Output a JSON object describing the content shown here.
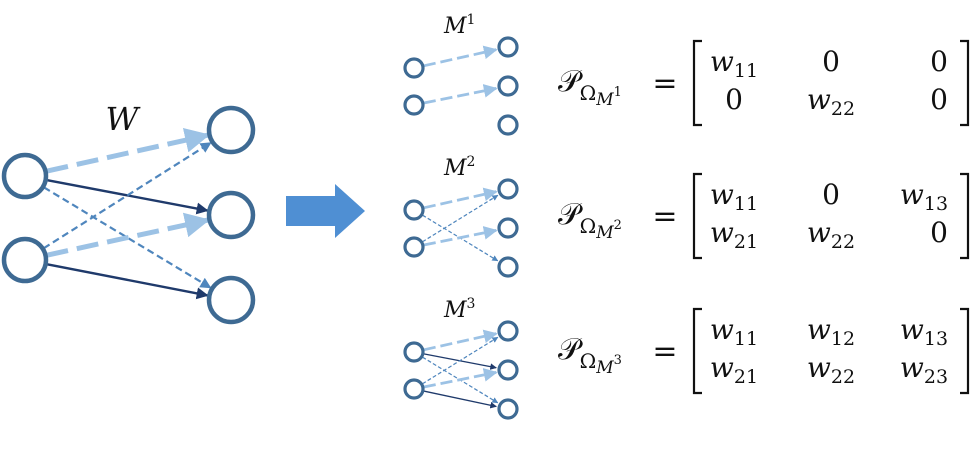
{
  "colors": {
    "node_stroke": "#3e6a93",
    "dark_edge": "#1f3a6b",
    "mid_edge": "#4f86bd",
    "light_edge": "#9cc2e5",
    "arrow_fill": "#4f8fd3"
  },
  "main_network": {
    "label": "W",
    "edges": [
      {
        "from": 0,
        "to": 0,
        "style": "light-dashed"
      },
      {
        "from": 0,
        "to": 1,
        "style": "dark-solid"
      },
      {
        "from": 0,
        "to": 2,
        "style": "mid-dashed"
      },
      {
        "from": 1,
        "to": 0,
        "style": "mid-dashed"
      },
      {
        "from": 1,
        "to": 1,
        "style": "light-dashed"
      },
      {
        "from": 1,
        "to": 2,
        "style": "dark-solid"
      }
    ]
  },
  "masks": [
    {
      "label_base": "M",
      "label_sup": "1",
      "edges": [
        {
          "from": 0,
          "to": 0,
          "style": "light-dashed"
        },
        {
          "from": 1,
          "to": 1,
          "style": "light-dashed"
        }
      ],
      "formula": {
        "lhs_P": "𝒫",
        "lhs_Omega": "Ω",
        "lhs_M": "M",
        "lhs_sup": "1",
        "equals": "=",
        "rows": [
          [
            {
              "v": "w",
              "s": "11"
            },
            {
              "v": "0",
              "s": ""
            },
            {
              "v": "0",
              "s": ""
            }
          ],
          [
            {
              "v": "0",
              "s": ""
            },
            {
              "v": "w",
              "s": "22"
            },
            {
              "v": "0",
              "s": ""
            }
          ]
        ]
      }
    },
    {
      "label_base": "M",
      "label_sup": "2",
      "edges": [
        {
          "from": 0,
          "to": 0,
          "style": "light-dashed"
        },
        {
          "from": 0,
          "to": 2,
          "style": "mid-dashed"
        },
        {
          "from": 1,
          "to": 0,
          "style": "mid-dashed"
        },
        {
          "from": 1,
          "to": 1,
          "style": "light-dashed"
        }
      ],
      "formula": {
        "lhs_P": "𝒫",
        "lhs_Omega": "Ω",
        "lhs_M": "M",
        "lhs_sup": "2",
        "equals": "=",
        "rows": [
          [
            {
              "v": "w",
              "s": "11"
            },
            {
              "v": "0",
              "s": ""
            },
            {
              "v": "w",
              "s": "13"
            }
          ],
          [
            {
              "v": "w",
              "s": "21"
            },
            {
              "v": "w",
              "s": "22"
            },
            {
              "v": "0",
              "s": ""
            }
          ]
        ]
      }
    },
    {
      "label_base": "M",
      "label_sup": "3",
      "edges": [
        {
          "from": 0,
          "to": 0,
          "style": "light-dashed"
        },
        {
          "from": 0,
          "to": 1,
          "style": "dark-solid"
        },
        {
          "from": 0,
          "to": 2,
          "style": "mid-dashed"
        },
        {
          "from": 1,
          "to": 0,
          "style": "mid-dashed"
        },
        {
          "from": 1,
          "to": 1,
          "style": "light-dashed"
        },
        {
          "from": 1,
          "to": 2,
          "style": "dark-solid"
        }
      ],
      "formula": {
        "lhs_P": "𝒫",
        "lhs_Omega": "Ω",
        "lhs_M": "M",
        "lhs_sup": "3",
        "equals": "=",
        "rows": [
          [
            {
              "v": "w",
              "s": "11"
            },
            {
              "v": "w",
              "s": "12"
            },
            {
              "v": "w",
              "s": "13"
            }
          ],
          [
            {
              "v": "w",
              "s": "21"
            },
            {
              "v": "w",
              "s": "22"
            },
            {
              "v": "w",
              "s": "23"
            }
          ]
        ]
      }
    }
  ]
}
